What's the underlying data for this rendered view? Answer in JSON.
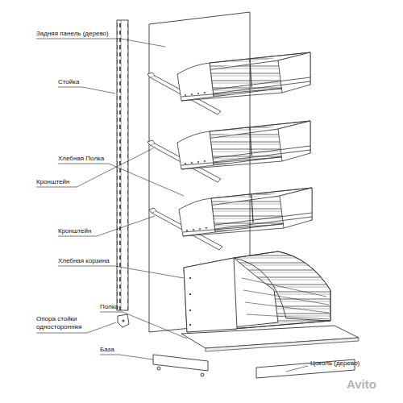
{
  "diagram": {
    "labels": [
      "Задняя панель (дерево)",
      "Стойка",
      "Хлебная Полка",
      "Кронштейн",
      "Кронштейн",
      "Хлебная корзина",
      "Полка",
      "Опора стойки односторонняя",
      "База",
      "Цоколь (дерево)",
      "Avito"
    ]
  }
}
